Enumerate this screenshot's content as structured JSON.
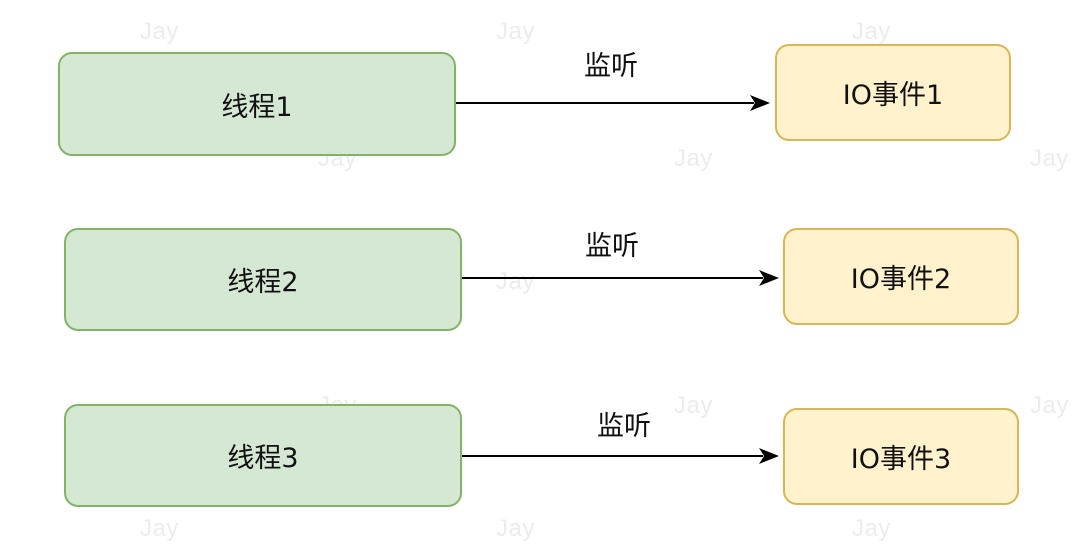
{
  "diagram": {
    "rows": [
      {
        "thread_label": "线程1",
        "edge_label": "监听",
        "event_label": "IO事件1"
      },
      {
        "thread_label": "线程2",
        "edge_label": "监听",
        "event_label": "IO事件2"
      },
      {
        "thread_label": "线程3",
        "edge_label": "监听",
        "event_label": "IO事件3"
      }
    ],
    "watermark_text": "Jay",
    "colors": {
      "thread_fill": "#d5e8d4",
      "thread_stroke": "#82b366",
      "event_fill": "#fff2cc",
      "event_stroke": "#d6b656",
      "arrow": "#000000",
      "watermark": "#ececec"
    }
  }
}
